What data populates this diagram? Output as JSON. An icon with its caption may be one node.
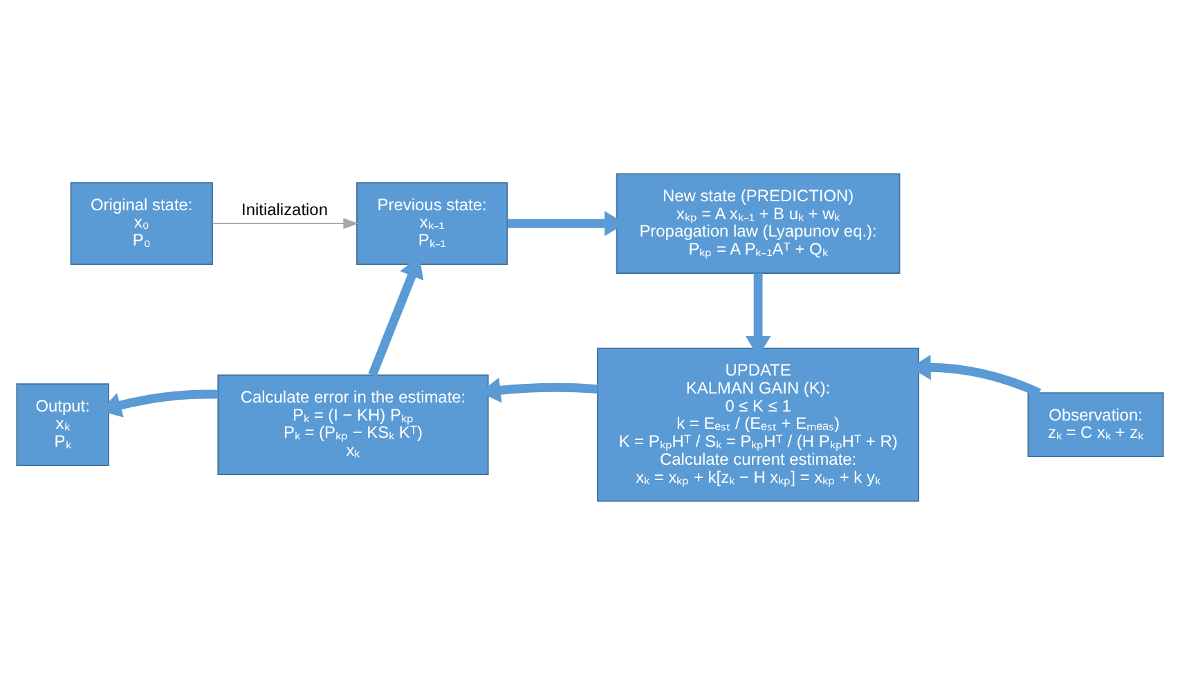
{
  "diagram": {
    "nodes": [
      {
        "text": [
          "Original state:",
          "x₀",
          "P₀"
        ]
      },
      {
        "text": [
          "Previous state:",
          "xₖ₋₁",
          "Pₖ₋₁"
        ]
      },
      {
        "text": [
          "New state (PREDICTION)",
          "xₖₚ = A xₖ₋₁ + B uₖ + wₖ",
          "Propagation law (Lyapunov eq.):",
          "Pₖₚ = A Pₖ₋₁Aᵀ + Qₖ"
        ]
      },
      {
        "text": [
          "UPDATE",
          "KALMAN GAIN (K):",
          "0 ≤ K ≤ 1",
          "k = Eₑₛₜ / (Eₑₛₜ + Eₘₑₐₛ)",
          "K = PₖₚHᵀ / Sₖ = PₖₚHᵀ / (H PₖₚHᵀ + R)",
          "Calculate current estimate:",
          "xₖ = xₖₚ + k[zₖ − H xₖₚ] = xₖₚ + k yₖ"
        ]
      },
      {
        "text": [
          "Calculate error in the estimate:",
          "Pₖ = (I − KH) Pₖₚ",
          "Pₖ = (Pₖₚ − KSₖ Kᵀ)",
          "xₖ"
        ]
      },
      {
        "text": [
          "Output:",
          "xₖ",
          "Pₖ"
        ]
      },
      {
        "text": [
          "Observation:",
          "zₖ = C xₖ + zₖ"
        ]
      }
    ],
    "edges": [
      {
        "from": 0,
        "to": 1,
        "arrow": "to",
        "label": "Initialization",
        "color": "#a6a6a6"
      },
      {
        "from": 1,
        "to": 2,
        "arrow": "to"
      },
      {
        "from": 2,
        "to": 3,
        "arrow": "to"
      },
      {
        "from": 6,
        "to": 3,
        "arrow": "to"
      },
      {
        "from": 3,
        "to": 4,
        "arrow": "to"
      },
      {
        "from": 4,
        "to": 5,
        "arrow": "to"
      },
      {
        "from": 4,
        "to": 1,
        "arrow": "to"
      }
    ]
  }
}
